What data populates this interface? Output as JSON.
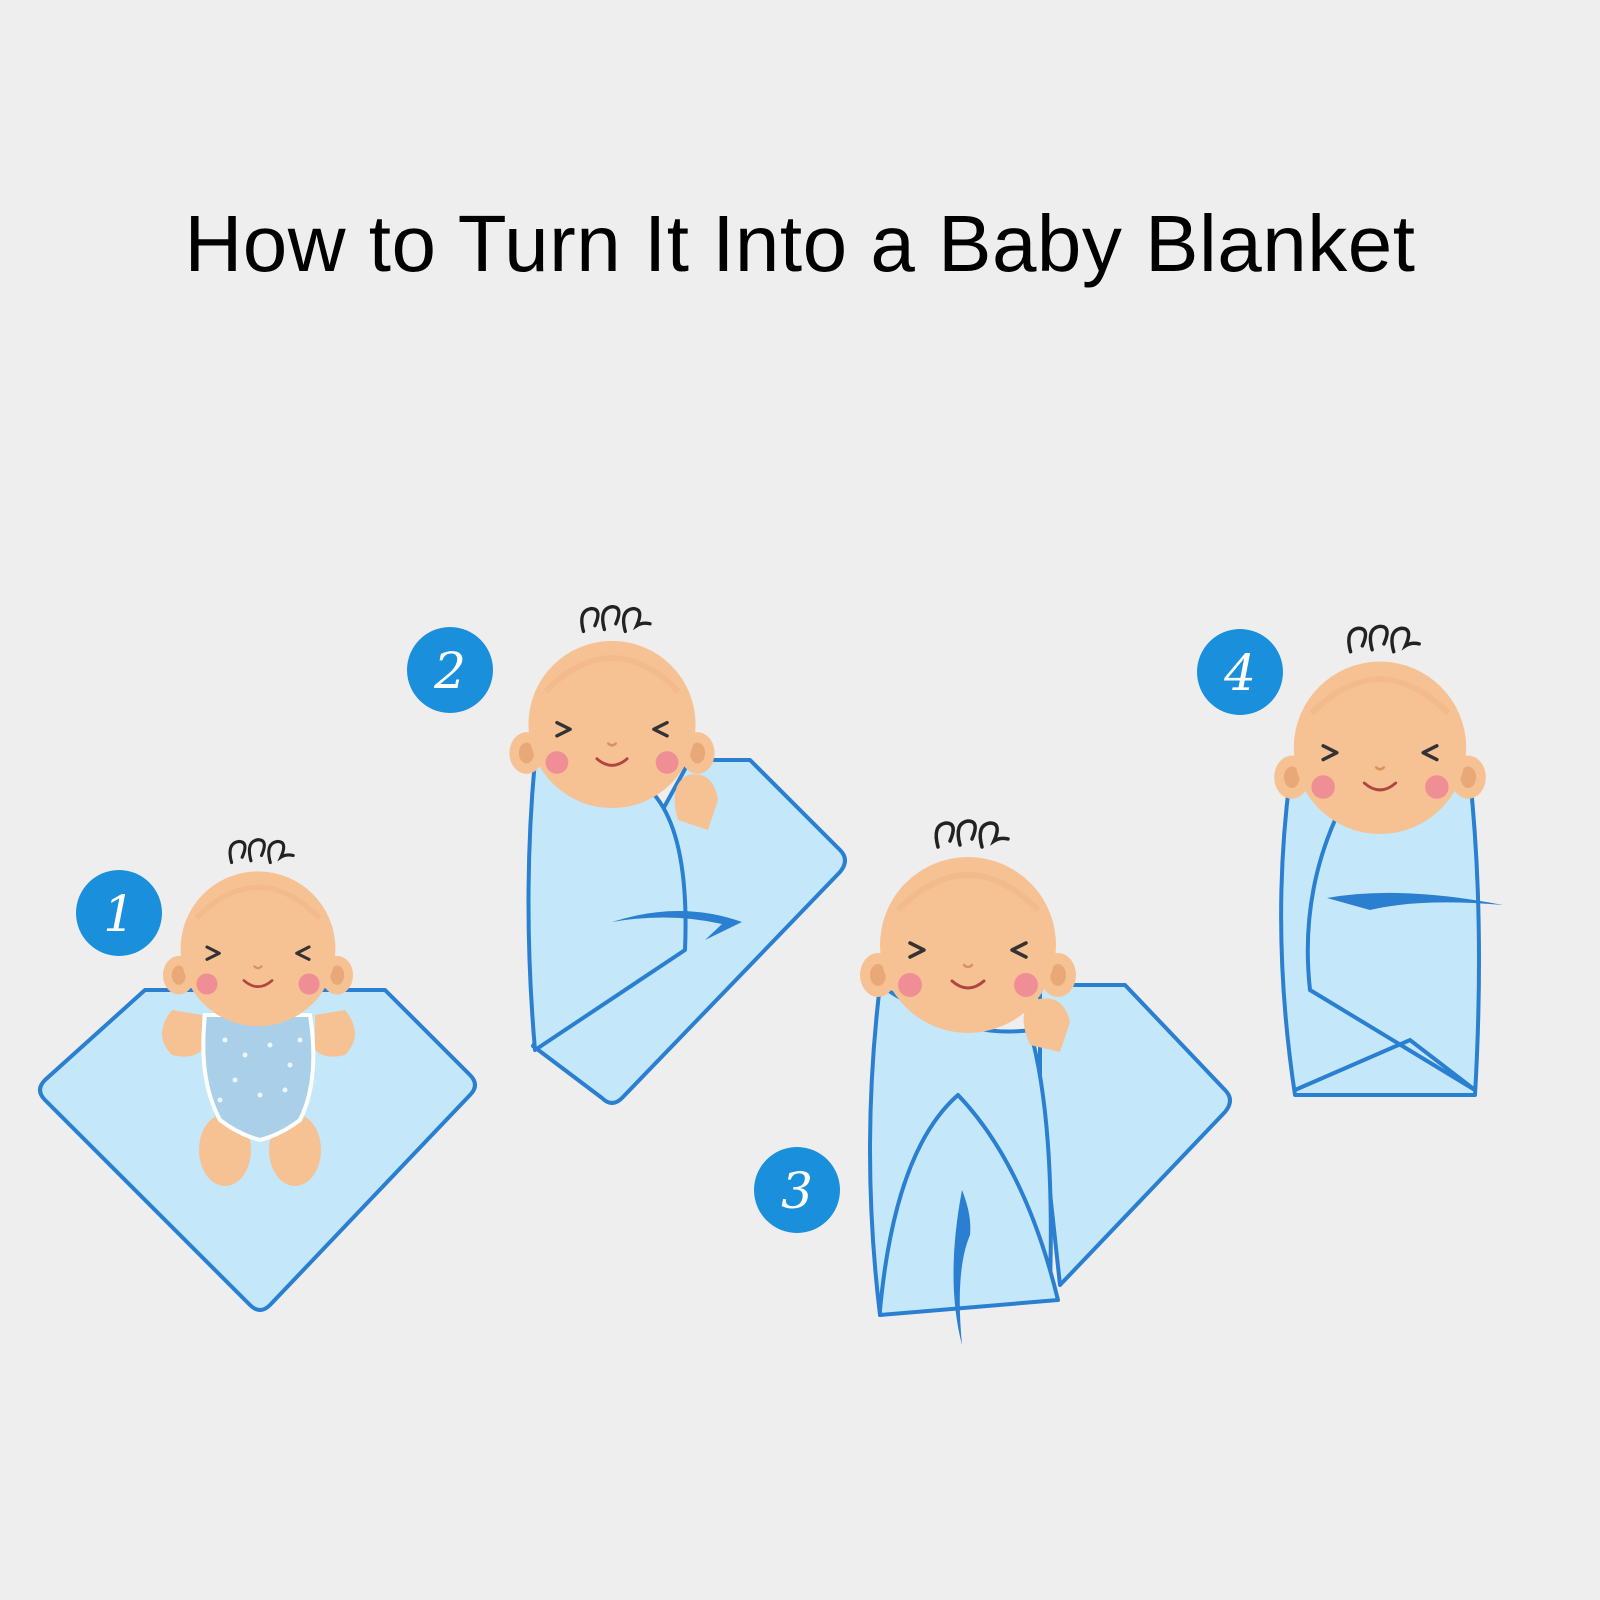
{
  "title": "How to Turn It Into a Baby Blanket",
  "steps": [
    {
      "number": "1"
    },
    {
      "number": "2"
    },
    {
      "number": "3"
    },
    {
      "number": "4"
    }
  ],
  "colors": {
    "background": "#efeeee",
    "blanket_fill": "#c4e7fa",
    "blanket_outline": "#2a7fd0",
    "badge": "#1a8fdc",
    "skin": "#f6c294",
    "skin_shade": "#e9a877",
    "cheek": "#ef8f95",
    "onesie": "#a9cfe9"
  },
  "icons": [
    "step-badge-icon",
    "baby-icon",
    "blanket-icon",
    "arrow-icon"
  ]
}
